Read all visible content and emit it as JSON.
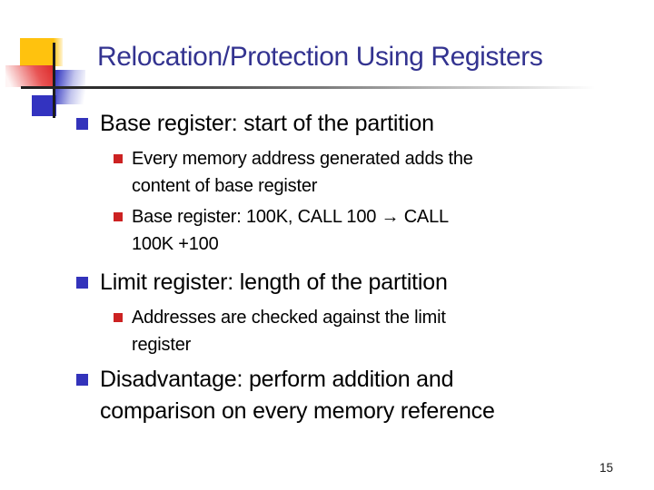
{
  "slide": {
    "title": "Relocation/Protection Using Registers",
    "page_number": "15",
    "bullets": {
      "item1": {
        "text": "Base register: start of the partition",
        "sub1": "Every memory address generated adds the\ncontent of base register",
        "sub2": "Base register: 100K, CALL 100 → CALL\n100K +100"
      },
      "item2": {
        "text": "Limit register: length of the partition",
        "sub1": "Addresses are checked against the limit\nregister"
      },
      "item3": {
        "text": "Disadvantage: perform addition and\ncomparison on every memory reference"
      }
    },
    "colors": {
      "title": "#333390",
      "body_text": "#000000",
      "level1_bullet": "#3333bb",
      "level2_bullet": "#cc2222",
      "accent_yellow": "#ffc20e",
      "accent_red": "#dd2e2e",
      "accent_blue": "#3333c0"
    }
  }
}
